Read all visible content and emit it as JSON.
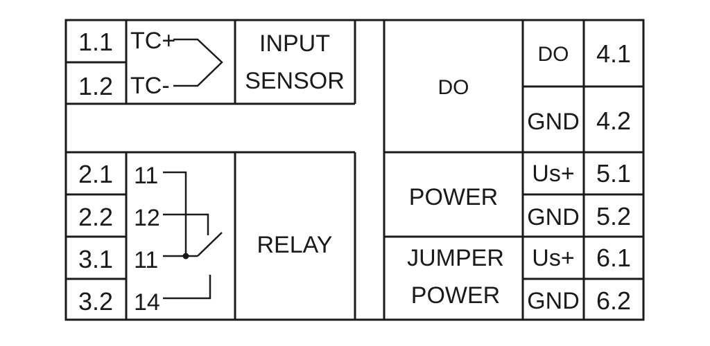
{
  "input": {
    "terminals": [
      "1.1",
      "1.2"
    ],
    "pins": [
      "TC+",
      "TC-"
    ],
    "block_line1": "INPUT",
    "block_line2": "SENSOR"
  },
  "relay": {
    "terminals": [
      "2.1",
      "2.2",
      "3.1",
      "3.2"
    ],
    "pins": [
      "11",
      "12",
      "11",
      "14"
    ],
    "block": "RELAY"
  },
  "do_section": {
    "block": "DO",
    "pins": [
      "DO",
      "GND"
    ],
    "terminals": [
      "4.1",
      "4.2"
    ]
  },
  "power_section": {
    "block": "POWER",
    "pins": [
      "Us+",
      "GND"
    ],
    "terminals": [
      "5.1",
      "5.2"
    ]
  },
  "jumper_section": {
    "block_line1": "JUMPER",
    "block_line2": "POWER",
    "pins": [
      "Us+",
      "GND"
    ],
    "terminals": [
      "6.1",
      "6.2"
    ]
  },
  "colors": {
    "line": "#1a1a1a",
    "background": "#ffffff"
  }
}
